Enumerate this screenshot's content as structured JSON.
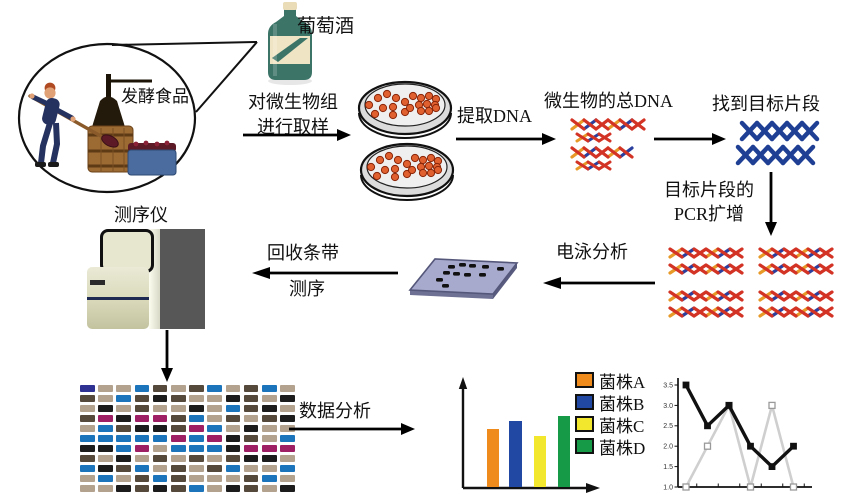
{
  "labels": {
    "fermented_food": "发酵食品",
    "wine": "葡萄酒",
    "sampling_line1": "对微生物组",
    "sampling_line2": "进行取样",
    "extract_dna": "提取DNA",
    "total_dna": "微生物的总DNA",
    "find_target": "找到目标片段",
    "pcr_line1": "目标片段的",
    "pcr_line2": "PCR扩增",
    "electrophoresis": "电泳分析",
    "recover_line1": "回收条带",
    "recover_line2": "测序",
    "sequencer": "测序仪",
    "data_analysis": "数据分析"
  },
  "colors": {
    "dna_red": "#d23324",
    "dna_orange": "#e89a28",
    "dna_blue": "#2b3f9e",
    "target_dna_blue": "#1e3f94",
    "gel_plate": "#a8aacd",
    "gel_side": "#6e7094",
    "colony_orange": "#e06030",
    "arrow": "#000000"
  },
  "heatmap": {
    "palette": {
      "N": "#2e3192",
      "T": "#b3a28e",
      "B": "#1c75bb",
      "K": "#1c1c1c",
      "D": "#55493c",
      "M": "#9e1f63"
    },
    "rows": [
      "NTTBDTDBTDBT",
      "DTBDKDTTKDTK",
      "TKTDTTKTBDKT",
      "DMKMMDBTDTDK",
      "TBDKKDMBTKTT",
      "BBBBBMBMKDTB",
      "KKBMTBBBKMMM",
      "DTKTDTDTDKKT",
      "BKDBTDTDBTTB",
      "TBTDBDTTTDBT",
      "TTKDKDBTKDTK"
    ]
  },
  "chart_data": [
    {
      "type": "bar",
      "categories": [
        "菌株A",
        "菌株B",
        "菌株C",
        "菌株D"
      ],
      "values": [
        0.55,
        0.63,
        0.49,
        0.68
      ],
      "colors": [
        "#ef8b1c",
        "#2149a3",
        "#f2e72c",
        "#169a47"
      ],
      "title": "",
      "xlabel": "",
      "ylabel": "",
      "ylim": [
        0,
        1
      ],
      "tick_labels_visible": false,
      "axis_arrows": true,
      "grid": false,
      "legend_position": "right",
      "legend": [
        {
          "label": "菌株A",
          "color": "#ef8b1c"
        },
        {
          "label": "菌株B",
          "color": "#2149a3"
        },
        {
          "label": "菌株C",
          "color": "#f2e72c"
        },
        {
          "label": "菌株D",
          "color": "#169a47"
        }
      ]
    },
    {
      "type": "line",
      "x": [
        1,
        2,
        3,
        4,
        5,
        6
      ],
      "series": [
        {
          "name": "gray-line",
          "color": "#cfcfcf",
          "marker": "open-square",
          "values": [
            1.0,
            2.0,
            3.0,
            1.0,
            3.0,
            1.0
          ]
        },
        {
          "name": "black-line",
          "color": "#111111",
          "marker": "filled-square",
          "values": [
            3.5,
            2.5,
            3.0,
            2.0,
            1.5,
            2.0
          ]
        }
      ],
      "yticks": [
        "3.5",
        "3.0",
        "2.5",
        "2.0",
        "1.5",
        "1.0"
      ],
      "ylim": [
        1.0,
        3.5
      ],
      "grid": false,
      "legend_position": "none"
    }
  ]
}
